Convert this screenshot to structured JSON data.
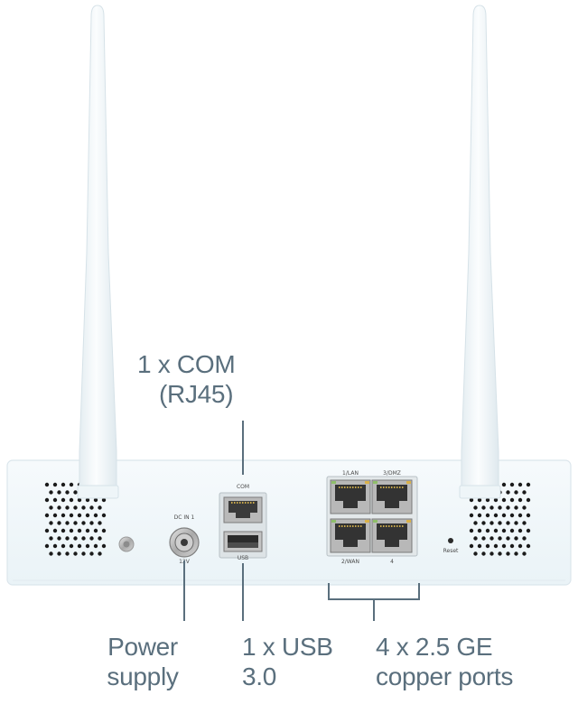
{
  "callouts": {
    "com": {
      "line1": "1 x COM",
      "line2": "(RJ45)"
    },
    "power": {
      "line1": "Power",
      "line2": "supply"
    },
    "usb": {
      "line1": "1 x USB",
      "line2": "3.0"
    },
    "copper": {
      "line1": "4 x 2.5 GE",
      "line2": "copper ports"
    }
  },
  "panel_labels": {
    "dc_in": "DC IN 1",
    "voltage": "12V",
    "com": "COM",
    "usb": "USB",
    "port_1": "1/LAN",
    "port_2": "2/WAN",
    "port_3": "3/DMZ",
    "port_4": "4",
    "reset": "Reset"
  },
  "colors": {
    "callout_text": "#5a6f7d",
    "leader_line": "#5a6f7d",
    "chassis": "#f2f8fb",
    "antenna": "#f4f9fb",
    "vent_hole": "#1b1b1b"
  }
}
